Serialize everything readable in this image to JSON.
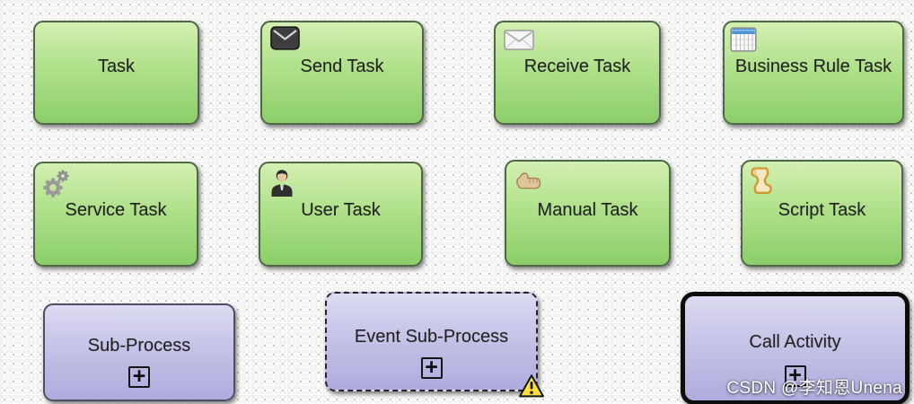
{
  "nodes": [
    {
      "label": "Task",
      "icon": "none"
    },
    {
      "label": "Send Task",
      "icon": "send-envelope-icon"
    },
    {
      "label": "Receive Task",
      "icon": "receive-envelope-icon"
    },
    {
      "label": "Business Rule Task",
      "icon": "table-icon"
    },
    {
      "label": "Service Task",
      "icon": "gears-icon"
    },
    {
      "label": "User Task",
      "icon": "person-icon"
    },
    {
      "label": "Manual Task",
      "icon": "hand-icon"
    },
    {
      "label": "Script Task",
      "icon": "scroll-icon"
    },
    {
      "label": "Sub-Process",
      "marker": "+"
    },
    {
      "label": "Event Sub-Process",
      "marker": "+",
      "badge": "warning"
    },
    {
      "label": "Call Activity",
      "marker": "+"
    }
  ],
  "markers": {
    "plus": "+"
  },
  "watermark": {
    "text": "CSDN @李知恩Unena"
  },
  "colors": {
    "task_fill_top": "#d3f0b1",
    "task_fill_bottom": "#8bce69",
    "task_border": "#4e6847",
    "subprocess_fill_top": "#dcdbf2",
    "subprocess_fill_bottom": "#aeacdd",
    "subprocess_border": "#4e4e66",
    "call_activity_border": "#0d0d0d",
    "warning_yellow": "#ffe03c",
    "table_header_blue": "#4f94d6"
  }
}
